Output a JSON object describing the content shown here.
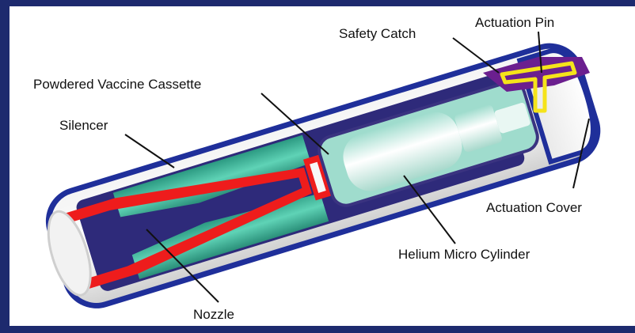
{
  "labels": {
    "safety_catch": "Safety Catch",
    "actuation_pin": "Actuation Pin",
    "powdered_vaccine_cassette": "Powdered Vaccine Cassette",
    "silencer": "Silencer",
    "actuation_cover": "Actuation Cover",
    "helium_micro_cylinder": "Helium Micro Cylinder",
    "nozzle": "Nozzle"
  },
  "colors": {
    "outer_casing": "#1f2f9a",
    "silencer_fill": "#3fb59a",
    "nozzle_red": "#ee1c1c",
    "cylinder_light": "#dff3ef",
    "actuation_pin_yellow": "#f5e31a",
    "safety_catch_purple": "#6b1f8f",
    "frame": "#1d2a6e"
  }
}
